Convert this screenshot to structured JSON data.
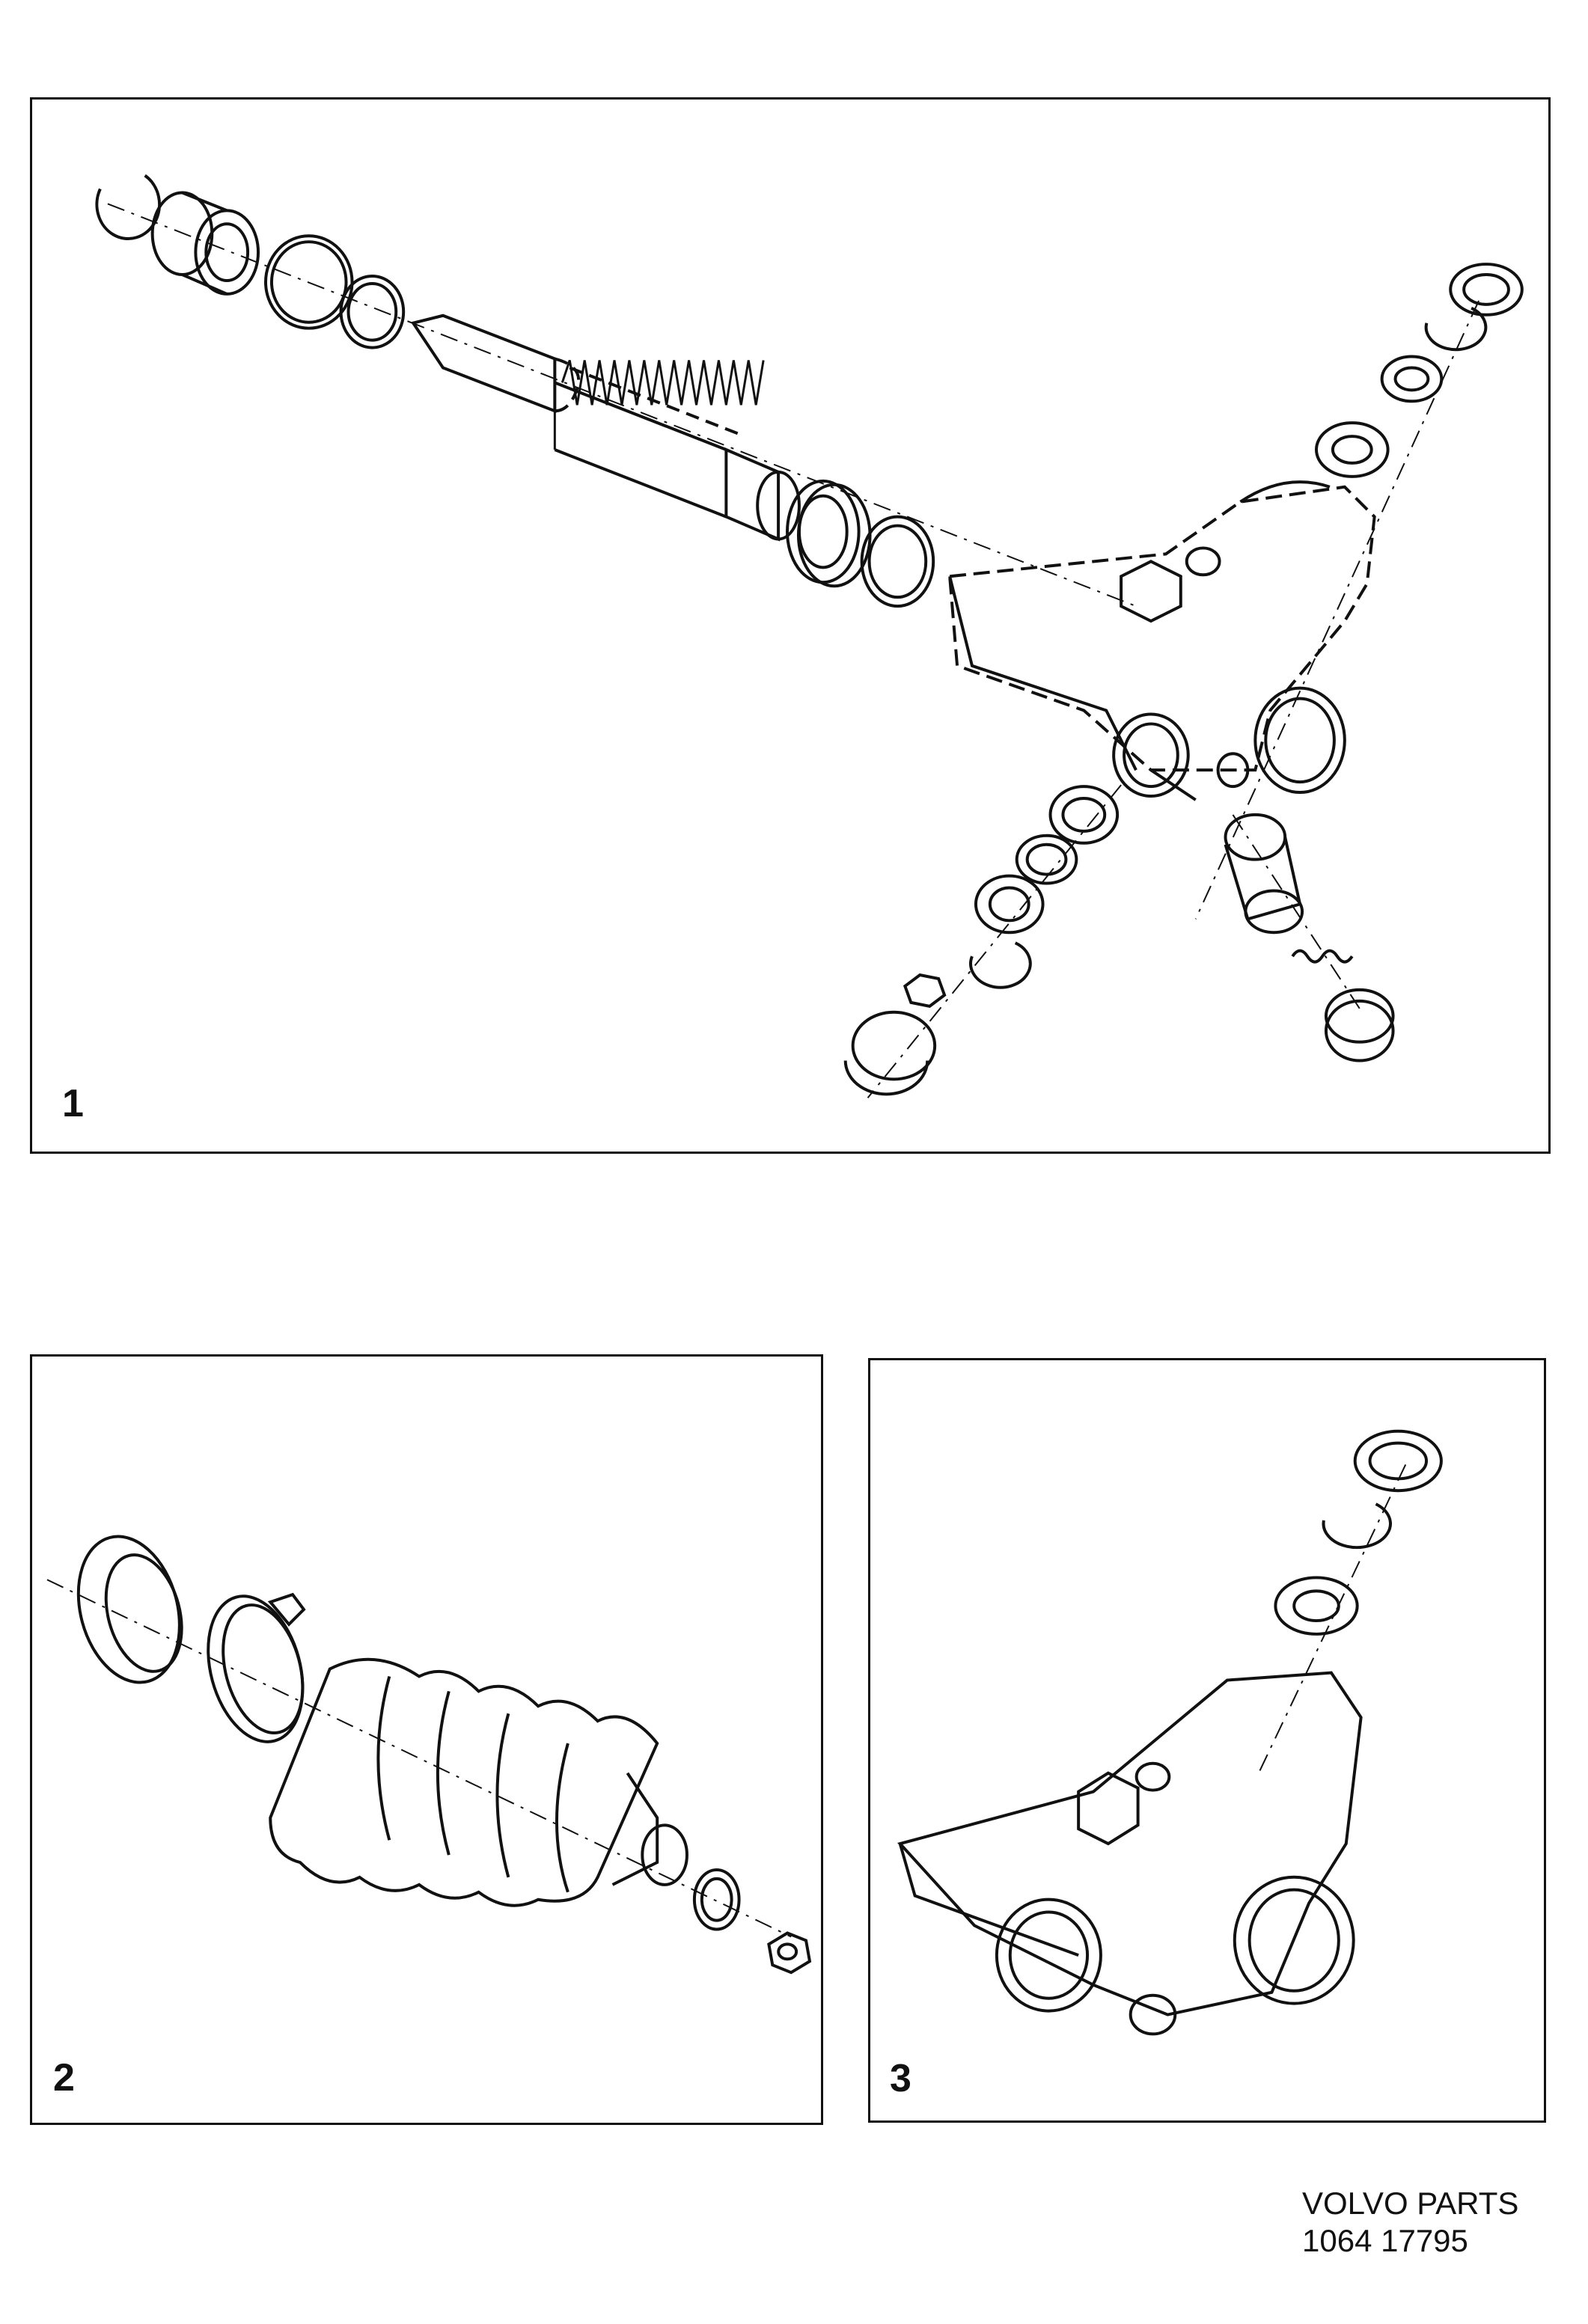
{
  "panels": [
    {
      "label": "1"
    },
    {
      "label": "2"
    },
    {
      "label": "3"
    }
  ],
  "footer": {
    "brand": "VOLVO PARTS",
    "code": "1064 17795"
  },
  "colors": {
    "ink": "#111111",
    "paper": "#ffffff"
  }
}
